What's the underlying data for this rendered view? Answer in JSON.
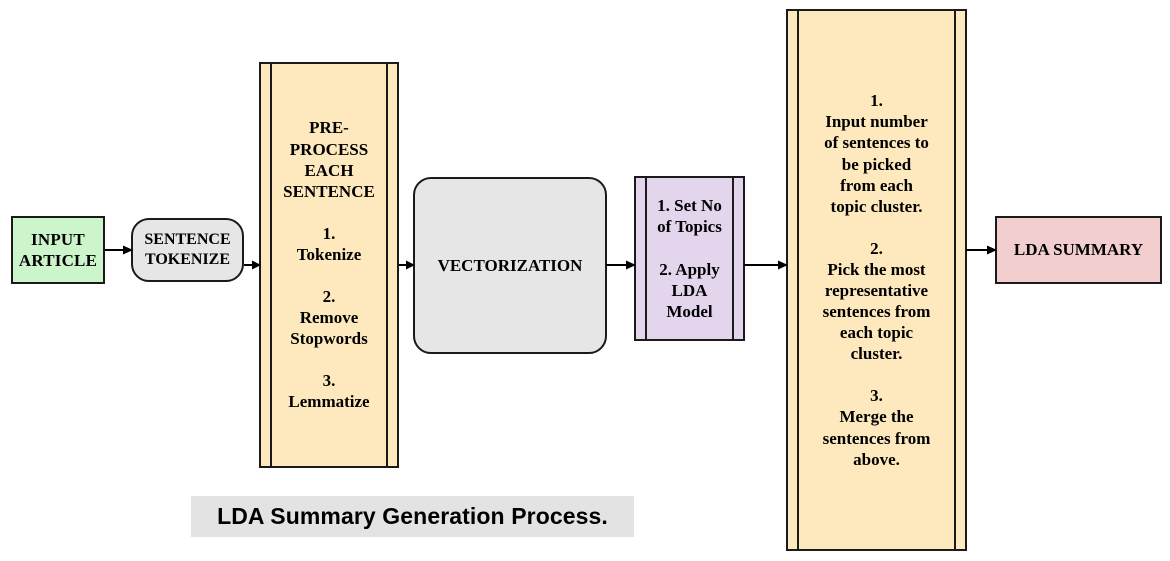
{
  "diagram": {
    "caption": "LDA Summary Generation Process.",
    "colors": {
      "input": "#ccf5cc",
      "neutral": "#e6e6e6",
      "cream": "#fde9bd",
      "lavender": "#e2d5ec",
      "pink": "#f2cece",
      "caption_band": "#e3e3e3",
      "stroke": "#1a1a1a"
    },
    "nodes": [
      {
        "id": "input-article",
        "label": "INPUT\nARTICLE",
        "shape": "rect",
        "fill": "#ccf5cc"
      },
      {
        "id": "sentence-tokenize",
        "label": "SENTENCE\nTOKENIZE",
        "shape": "rounded-rect",
        "fill": "#e6e6e6"
      },
      {
        "id": "preprocess",
        "label": "PRE-\nPROCESS\nEACH\nSENTENCE\n\n1.\nTokenize\n\n2.\nRemove\nStopwords\n\n3.\nLemmatize",
        "shape": "process",
        "fill": "#fde9bd"
      },
      {
        "id": "vectorization",
        "label": "VECTORIZATION",
        "shape": "rounded-rect",
        "fill": "#e6e6e6"
      },
      {
        "id": "lda-model",
        "label": "1. Set No\nof Topics\n\n2. Apply\nLDA\nModel",
        "shape": "process",
        "fill": "#e2d5ec"
      },
      {
        "id": "pick-sentences",
        "label": "1.\nInput number\nof sentences to\nbe picked\nfrom each\ntopic cluster.\n\n2.\nPick the most\nrepresentative\nsentences from\neach topic\ncluster.\n\n3.\nMerge the\nsentences from\nabove.",
        "shape": "process",
        "fill": "#fde9bd"
      },
      {
        "id": "lda-summary",
        "label": "LDA SUMMARY",
        "shape": "rect",
        "fill": "#f2cece"
      }
    ],
    "edges": [
      {
        "id": "edge-1",
        "from": "input-article",
        "to": "sentence-tokenize"
      },
      {
        "id": "edge-2",
        "from": "sentence-tokenize",
        "to": "preprocess"
      },
      {
        "id": "edge-3",
        "from": "preprocess",
        "to": "vectorization"
      },
      {
        "id": "edge-4",
        "from": "vectorization",
        "to": "lda-model"
      },
      {
        "id": "edge-5",
        "from": "lda-model",
        "to": "pick-sentences"
      },
      {
        "id": "edge-6",
        "from": "pick-sentences",
        "to": "lda-summary"
      }
    ]
  }
}
